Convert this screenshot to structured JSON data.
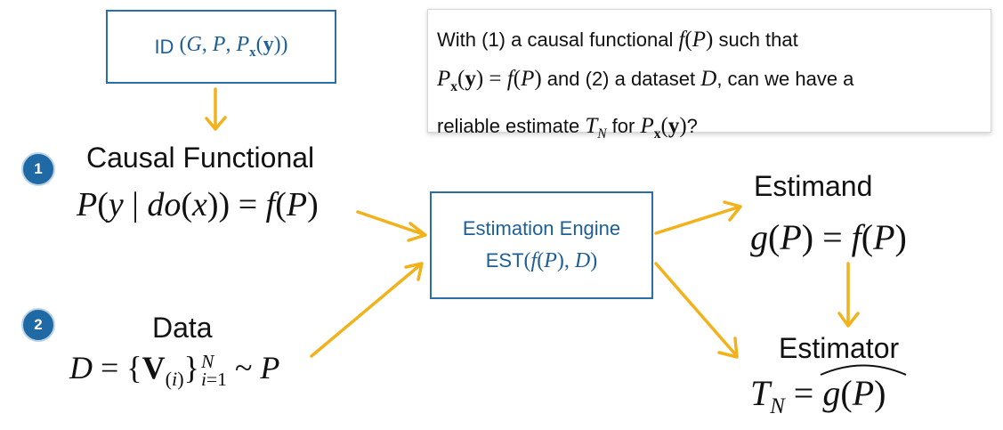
{
  "id_box": {
    "prefix": "ID",
    "args": "(G, P, P_x(y))"
  },
  "question": {
    "line1_a": "With (1) a causal functional ",
    "line1_b": " such that",
    "line2_b": " and (2) a dataset ",
    "line2_c": ", can we have a",
    "line3_a": "reliable estimate ",
    "line3_b": " for ",
    "line3_c": "?"
  },
  "step1": {
    "badge": "1",
    "title": "Causal Functional"
  },
  "step2": {
    "badge": "2",
    "title": "Data"
  },
  "engine": {
    "title": "Estimation Engine",
    "formula_prefix": "EST"
  },
  "estimand": {
    "title": "Estimand"
  },
  "estimator": {
    "title": "Estimator"
  },
  "colors": {
    "box_blue": "#2a6fa8",
    "text_blue": "#1e5f96",
    "badge_blue": "#1f6aa5",
    "arrow_yellow": "#f2b21b"
  }
}
